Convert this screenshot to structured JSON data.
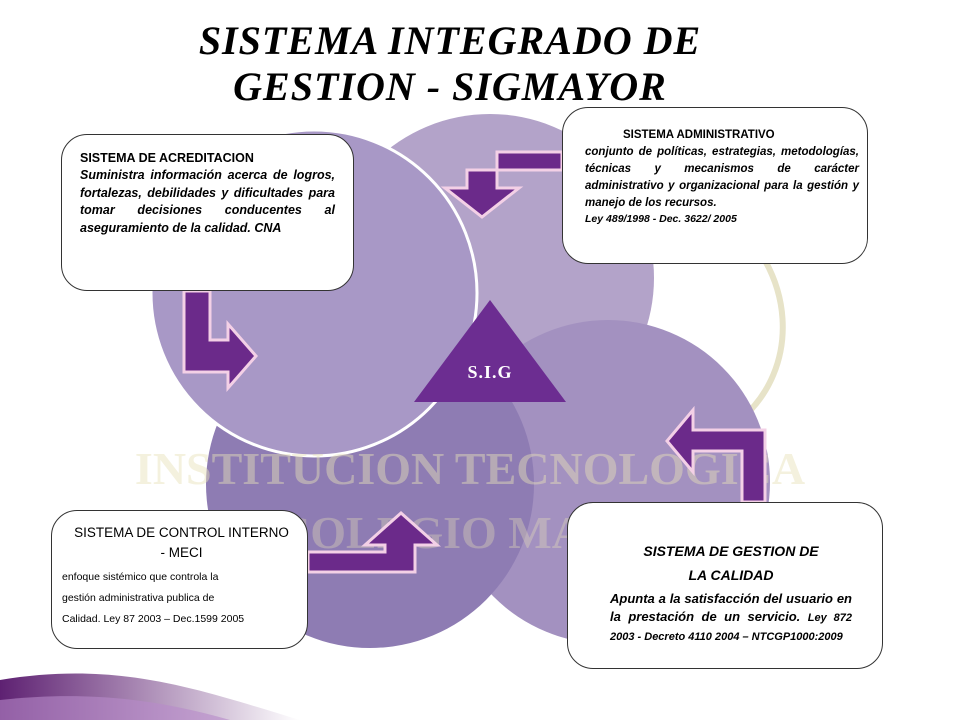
{
  "title": {
    "line1": "SISTEMA INTEGRADO DE",
    "line2": "GESTION - SIGMAYOR"
  },
  "watermark": {
    "line1": "INSTITUCION TECNOLOGICA",
    "line2": "COLEGIO MAYOR"
  },
  "center": {
    "label": "S.I.G"
  },
  "acreditacion": {
    "heading": "SISTEMA DE ACREDITACION",
    "body": "Suministra información acerca de logros, fortalezas, debilidades y dificultades para tomar decisiones conducentes al aseguramiento de la calidad. CNA"
  },
  "administrativo": {
    "heading": "SISTEMA ADMINISTRATIVO",
    "body": "conjunto de políticas, estrategias, metodologías, técnicas y mecanismos de carácter administrativo y organizacional para la gestión y manejo de los recursos.",
    "reference": "Ley 489/1998  - Dec. 3622/ 2005"
  },
  "control": {
    "heading_line1": "SISTEMA DE CONTROL INTERNO",
    "heading_line2": "- MECI",
    "body_line1": "enfoque sistémico que controla la",
    "body_line2": "gestión administrativa publica de",
    "body_line3": "Calidad. Ley 87  2003 – Dec.1599 2005"
  },
  "gestion": {
    "heading_line1": "SISTEMA DE GESTION DE",
    "heading_line2": "LA CALIDAD",
    "body": "Apunta a la satisfacción del usuario en la prestación de un servicio.",
    "reference": "Ley 872 2003 -  Decreto 4110 2004 – NTCGP1000:2009"
  },
  "colors": {
    "circle_top_right": "#b3a3c9",
    "circle_top_left": "#a898c6",
    "circle_bottom_left": "#8e7cb3",
    "circle_bottom_right": "#a391c0",
    "arrow_fill": "#6b2a8a",
    "arrow_outline": "#f3d0e6",
    "triangle": "#6c2d91",
    "left_band": "#5e2172"
  }
}
